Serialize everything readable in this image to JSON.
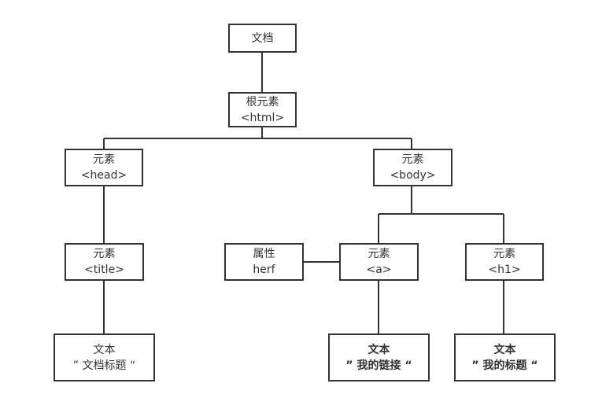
{
  "nodes": {
    "document": {
      "line1": "文档"
    },
    "root": {
      "line1": "根元素",
      "line2": "<html>"
    },
    "head": {
      "line1": "元素",
      "line2": "<head>"
    },
    "body": {
      "line1": "元素",
      "line2": "<body>"
    },
    "title": {
      "line1": "元素",
      "line2": "<title>"
    },
    "attr": {
      "line1": "属性",
      "line2": "herf"
    },
    "a": {
      "line1": "元素",
      "line2": "<a>"
    },
    "h1": {
      "line1": "元素",
      "line2": "<h1>"
    },
    "text_title": {
      "line1": "文本",
      "line2": "”  文档标题  “"
    },
    "text_link": {
      "line1": "文本",
      "line2": "”  我的链接  “"
    },
    "text_heading": {
      "line1": "文本",
      "line2": "”  我的标题  “"
    }
  },
  "colors": {
    "stroke": "#333333",
    "text": "#333333",
    "background": "#ffffff"
  }
}
